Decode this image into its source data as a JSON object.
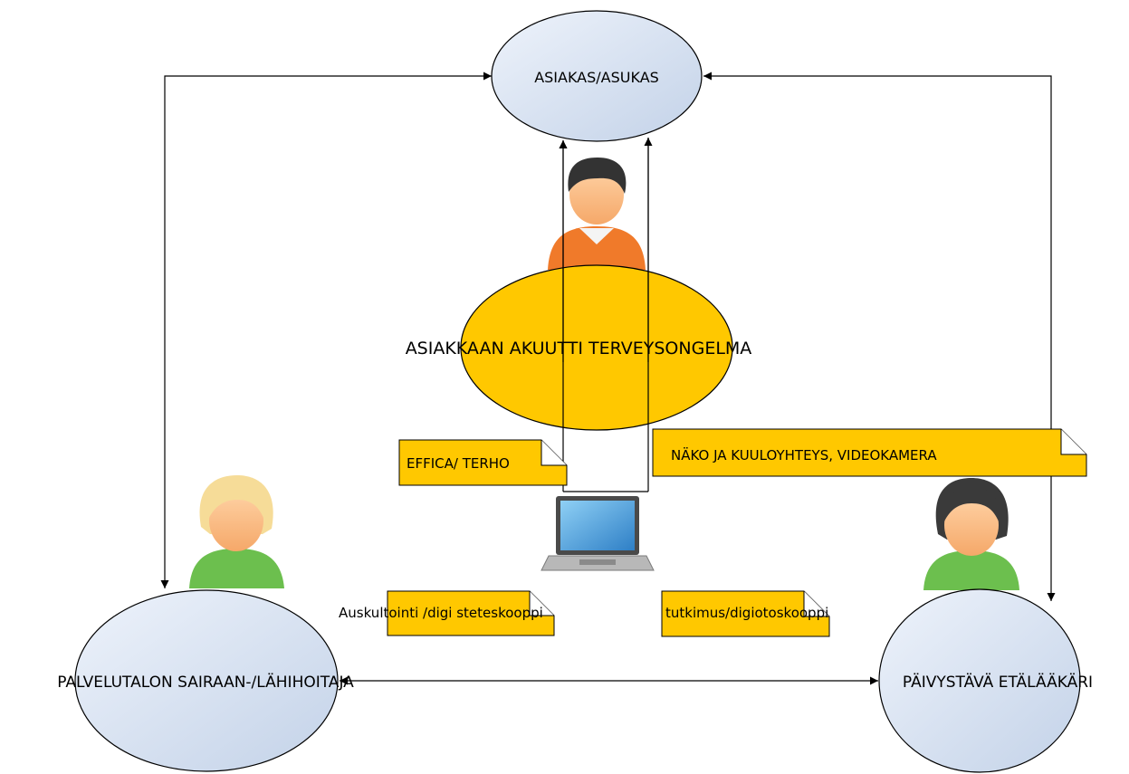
{
  "nodes": {
    "client": "ASIAKAS/ASUKAS",
    "problem": "ASIAKKAAN AKUUTTI TERVEYSONGELMA",
    "nurse": "PALVELUTALON SAIRAAN-/LÄHIHOITAJA",
    "doctor": "PÄIVYSTÄVÄ ETÄLÄÄKÄRI"
  },
  "notes": {
    "effica": "EFFICA/ TERHO",
    "video": "NÄKO JA KUULOYHTEYS, VIDEOKAMERA",
    "stethoscope": "Auskultointi /digi steteskooppi",
    "otoscope": "tutkimus/digiotoskooppi"
  },
  "icons": {
    "client_person": "person-orange-hoodie-icon",
    "nurse_person": "person-blonde-icon",
    "doctor_person": "person-dark-hair-icon",
    "laptop": "laptop-icon"
  },
  "colors": {
    "ellipse_blue_light": "#eef3fb",
    "ellipse_blue_dark": "#c3d2e8",
    "ellipse_yellow": "#ffc800",
    "note_yellow": "#ffc800",
    "line": "#000000"
  }
}
